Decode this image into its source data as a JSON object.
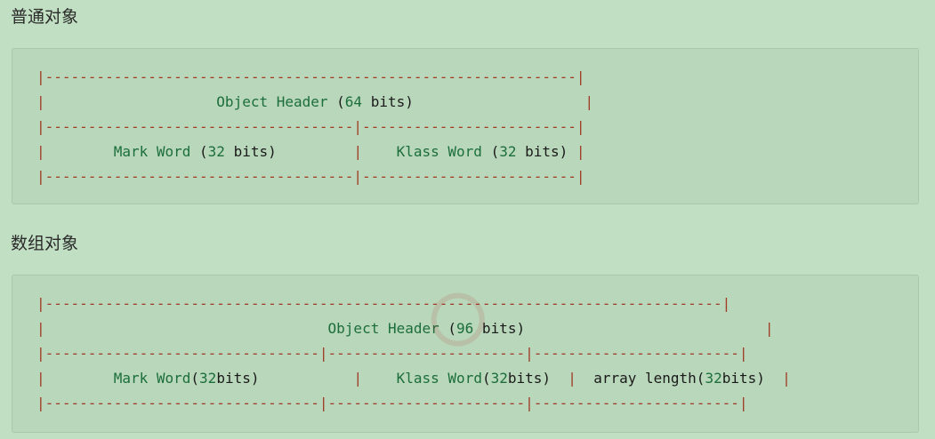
{
  "sections": [
    {
      "heading": "普通对象",
      "lines": [
        [
          [
            "sep",
            "|--------------------------------------------------------------|"
          ]
        ],
        [
          [
            "sep",
            "|"
          ],
          [
            "txt",
            "                    "
          ],
          [
            "kw",
            "Object Header"
          ],
          [
            "txt",
            " ("
          ],
          [
            "num",
            "64"
          ],
          [
            "txt",
            " bits)"
          ],
          [
            "txt",
            "                    "
          ],
          [
            "sep",
            "|"
          ]
        ],
        [
          [
            "sep",
            "|------------------------------------|-------------------------|"
          ]
        ],
        [
          [
            "sep",
            "|"
          ],
          [
            "txt",
            "        "
          ],
          [
            "kw",
            "Mark Word"
          ],
          [
            "txt",
            " ("
          ],
          [
            "num",
            "32"
          ],
          [
            "txt",
            " bits)"
          ],
          [
            "txt",
            "         "
          ],
          [
            "sep",
            "|"
          ],
          [
            "txt",
            "    "
          ],
          [
            "kw",
            "Klass Word"
          ],
          [
            "txt",
            " ("
          ],
          [
            "num",
            "32"
          ],
          [
            "txt",
            " bits) "
          ],
          [
            "sep",
            "|"
          ]
        ],
        [
          [
            "sep",
            "|------------------------------------|-------------------------|"
          ]
        ]
      ]
    },
    {
      "heading": "数组对象",
      "lines": [
        [
          [
            "sep",
            "|-------------------------------------------------------------------------------|"
          ]
        ],
        [
          [
            "sep",
            "|"
          ],
          [
            "txt",
            "                                 "
          ],
          [
            "kw",
            "Object Header"
          ],
          [
            "txt",
            " ("
          ],
          [
            "num",
            "96"
          ],
          [
            "txt",
            " bits)"
          ],
          [
            "txt",
            "                            "
          ],
          [
            "sep",
            "|"
          ]
        ],
        [
          [
            "sep",
            "|--------------------------------|-----------------------|------------------------|"
          ]
        ],
        [
          [
            "sep",
            "|"
          ],
          [
            "txt",
            "        "
          ],
          [
            "kw",
            "Mark Word"
          ],
          [
            "txt",
            "("
          ],
          [
            "num",
            "32"
          ],
          [
            "txt",
            "bits)"
          ],
          [
            "txt",
            "           "
          ],
          [
            "sep",
            "|"
          ],
          [
            "txt",
            "    "
          ],
          [
            "kw",
            "Klass Word"
          ],
          [
            "txt",
            "("
          ],
          [
            "num",
            "32"
          ],
          [
            "txt",
            "bits)  "
          ],
          [
            "sep",
            "|"
          ],
          [
            "txt",
            "  array length("
          ],
          [
            "num",
            "32"
          ],
          [
            "txt",
            "bits)  "
          ],
          [
            "sep",
            "|"
          ]
        ],
        [
          [
            "sep",
            "|--------------------------------|-----------------------|------------------------|"
          ]
        ]
      ]
    }
  ],
  "colors": {
    "background": "#c1dfc2",
    "codebox": "#b9d7ba",
    "separator": "#a13b25",
    "keyword": "#1c6e3c"
  }
}
